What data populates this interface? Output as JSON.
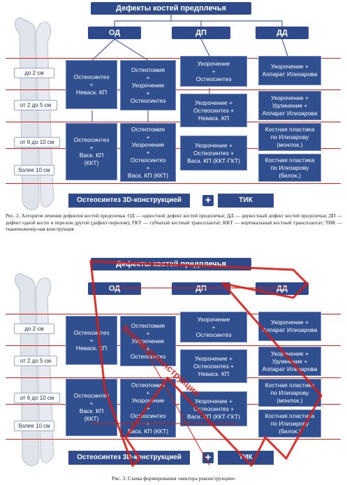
{
  "fig2": {
    "title": "Дефекты костей предплечья",
    "types": [
      "ОД",
      "ДП",
      "ДД"
    ],
    "levels": [
      "до 2 см",
      "от 2 до 5 см",
      "от 6 до 10 см",
      "более 10 см"
    ],
    "col1": [
      "Остеосинтез\n+\nНеваск. КП",
      "Остеосинтез\n+\nВаск. КП\n(ККТ)"
    ],
    "col2": [
      "Остеотомия\n+\nУкорочение\n+\nОстеосинтез",
      "Остеотомия\n+\nУкорочение\n+\nОстеосинтез\n+\nВаск. КП (ККТ)"
    ],
    "col3": [
      "Укорочение\n+\nОстеосинтез",
      "Укорочение +\nОстеосинтез +\nНеваск. КП",
      "Укорочение +\nОстеосинтез +\nВаск. КП (ККТ-ГКТ)"
    ],
    "col4": [
      "Укорочение +\nАппарат Илизарова",
      "Укорочение +\nУдлинение +\nАппарат Илизарова",
      "Костная пластика\nпо Илизарову\n(монлок.)",
      "Костная пластика\nпо Илизарову\n(билок.)"
    ],
    "footer_left": "Остеосинтез 3D-конструкцией",
    "footer_plus": "+",
    "footer_right": "ТИК",
    "caption": "Рис. 2. Алгоритм лечения дефектов костей предплечья. ОД — одностной дефект костей предплечья; ДД — двукостный дефект костей предплечья; ДП — дефект одной кости и перелом другой (дефект-перелом); ГКТ — губчатый костный трансплантат; ККТ — кортикальный костный трансплантат; ТИК — тканеинженер-ная конструкция"
  },
  "fig3": {
    "vector_label": "Вектор реконструкции",
    "caption": "Рис. 3. Схема формирования «вектора реконструкции»"
  },
  "colors": {
    "box": "#2f4f8e",
    "red": "#e0201a"
  }
}
